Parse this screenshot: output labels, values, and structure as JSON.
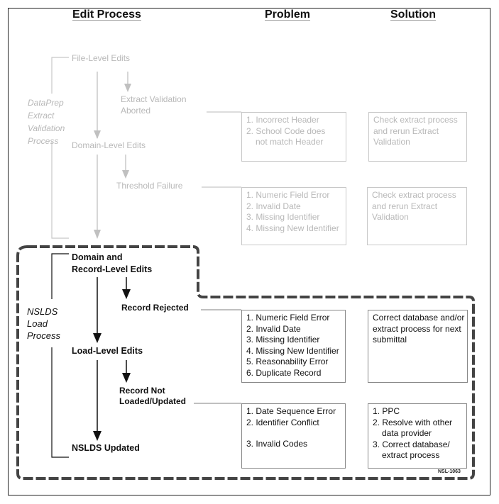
{
  "headers": {
    "edit_process": "Edit Process",
    "problem": "Problem",
    "solution": "Solution"
  },
  "dataprep": {
    "group_label": [
      "DataPrep",
      "Extract",
      "Validation",
      "Process"
    ],
    "file_level_edits": "File-Level Edits",
    "extract_validation_aborted": [
      "Extract Validation",
      "Aborted"
    ],
    "domain_level_edits": "Domain-Level Edits",
    "threshold_failure": "Threshold Failure",
    "problems_1": [
      "1. Incorrect Header",
      "2. School Code does",
      "not match Header"
    ],
    "solution_1": [
      "Check extract process",
      "and rerun Extract",
      "Validation"
    ],
    "problems_2": [
      "1. Numeric Field Error",
      "2. Invalid Date",
      "3. Missing Identifier",
      "4. Missing New Identifier"
    ],
    "solution_2": [
      "Check extract process",
      "and rerun Extract",
      "Validation"
    ]
  },
  "nslds": {
    "group_label": [
      "NSLDS",
      "Load",
      "Process"
    ],
    "domain_record_edits": [
      "Domain and",
      "Record-Level Edits"
    ],
    "record_rejected": "Record Rejected",
    "load_level_edits": "Load-Level Edits",
    "record_not_loaded": [
      "Record Not",
      "Loaded/Updated"
    ],
    "nslds_updated": "NSLDS Updated",
    "problems_3": [
      "1. Numeric Field Error",
      "2. Invalid Date",
      "3. Missing Identifier",
      "4. Missing New  Identifier",
      "5. Reasonability Error",
      "6. Duplicate Record"
    ],
    "solution_3": [
      "Correct database and/or",
      "extract process for next",
      "submittal"
    ],
    "problems_4": [
      "1. Date Sequence Error",
      "2. Identifier Conflict",
      "",
      "3. Invalid Codes"
    ],
    "solution_4": [
      "1. PPC",
      "2. Resolve with other",
      "data provider",
      "3. Correct database/",
      "extract process"
    ]
  },
  "figure_id": "NSL-1063",
  "colors": {
    "faded": "#b8b8b8",
    "active": "#111111",
    "dashed_border": "#444444"
  }
}
